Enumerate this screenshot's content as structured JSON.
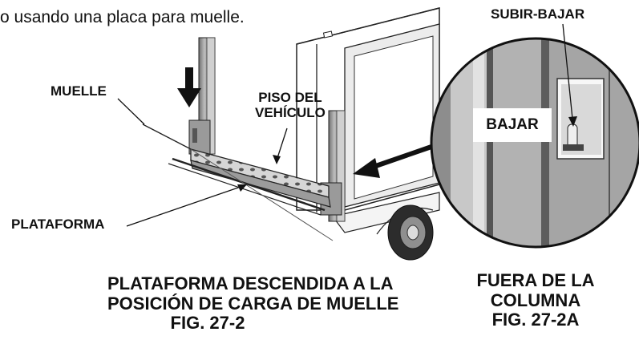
{
  "intro_text": "o usando una placa para muelle.",
  "labels": {
    "muelle": "MUELLE",
    "piso_line1": "PISO DEL",
    "piso_line2": "VEHÍCULO",
    "plataforma": "PLATAFORMA",
    "subir_bajar": "SUBIR-BAJAR",
    "bajar": "BAJAR"
  },
  "caption_main": {
    "line1": "PLATAFORMA DESCENDIDA A LA",
    "line2": "POSICIÓN DE CARGA DE MUELLE",
    "line3": "FIG. 27-2"
  },
  "caption_detail": {
    "line1": "FUERA DE LA",
    "line2": "COLUMNA",
    "line3": "FIG. 27-2A"
  }
}
